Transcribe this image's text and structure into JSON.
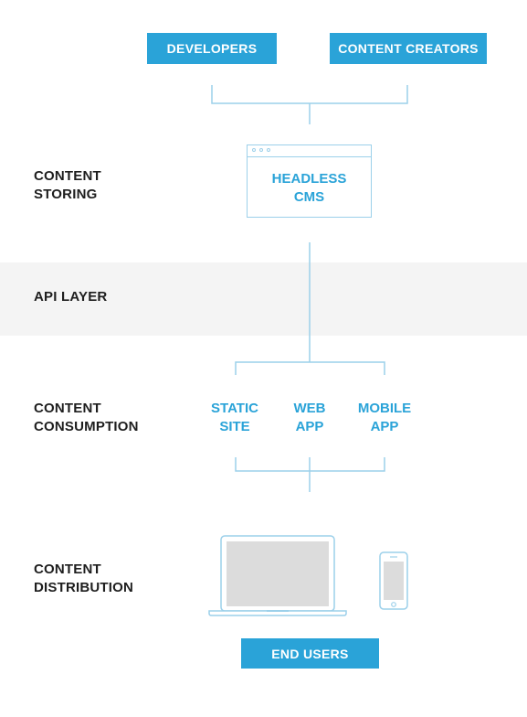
{
  "stages": {
    "storing": "CONTENT\nSTORING",
    "api": "API LAYER",
    "consumption": "CONTENT\nCONSUMPTION",
    "distribution": "CONTENT\nDISTRIBUTION"
  },
  "sources": {
    "developers": "DEVELOPERS",
    "content_creators": "CONTENT CREATORS"
  },
  "cms": {
    "label": "HEADLESS\nCMS"
  },
  "consumers": [
    {
      "label": "STATIC\nSITE"
    },
    {
      "label": "WEB\nAPP"
    },
    {
      "label": "MOBILE\nAPP"
    }
  ],
  "end_users": "END USERS",
  "colors": {
    "accent": "#2aa3d8",
    "line": "#9cd0ea",
    "band": "#f4f4f4",
    "text": "#1e1e1e"
  }
}
